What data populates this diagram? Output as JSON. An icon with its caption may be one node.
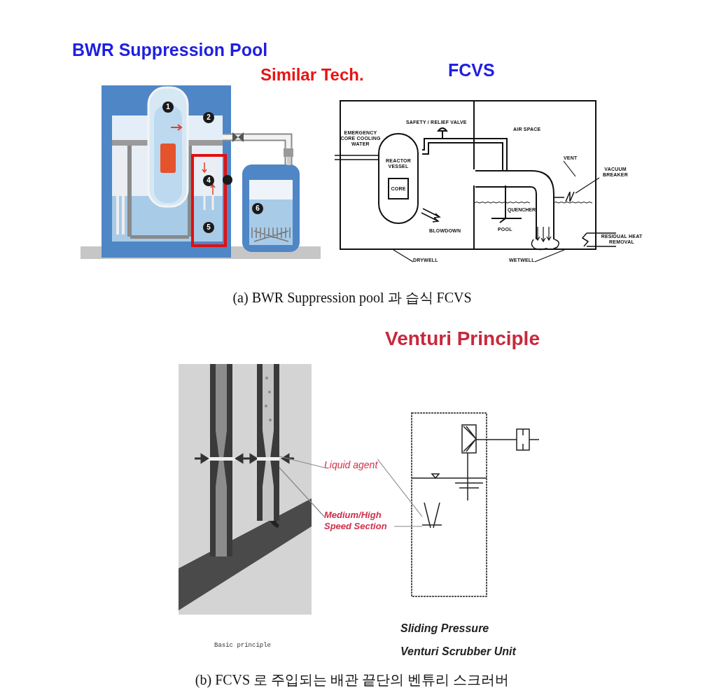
{
  "diagram": {
    "nodes": [
      {
        "text": [],
        "shape": "box"
      },
      {
        "text": [
          "REACTOR VESSEL"
        ],
        "in": 0
      },
      {
        "text": [
          "CORE"
        ],
        "in": 1
      },
      {
        "text": [
          "VENT"
        ],
        "in": 0
      },
      {
        "text": [
          "VACUUM BREAKER"
        ]
      },
      {
        "text": [
          "DRYWELL"
        ]
      },
      {
        "text": [
          "WETWELL"
        ]
      },
      {
        "text": [],
        "shape": "picture"
      },
      {
        "text": [
          "Liquid agent"
        ]
      },
      {
        "text": [
          "Medium/High Speed Section"
        ]
      },
      {
        "text": [],
        "shape": "picture"
      },
      {
        "text": [],
        "shape": "picture",
        "in": 0
      }
    ],
    "edges": [
      {
        "from": 3,
        "to": 11,
        "arrow": "none"
      },
      {
        "from": 4,
        "to": 11,
        "arrow": "none"
      },
      {
        "from": 5,
        "to": 0,
        "arrow": "none"
      },
      {
        "from": 6,
        "to": 0,
        "arrow": "none"
      },
      {
        "from": 8,
        "to": 7,
        "arrow": "none",
        "color": "#888888"
      },
      {
        "from": 8,
        "to": 10,
        "arrow": "none",
        "color": "#888888"
      },
      {
        "from": 9,
        "to": 7,
        "arrow": "none",
        "color": "#888888"
      },
      {
        "from": 9,
        "to": 10,
        "arrow": "none",
        "color": "#888888"
      }
    ],
    "labels": [
      "BWR Suppression Pool",
      "Similar Tech.",
      "FCVS",
      "1",
      "2",
      "4",
      "5",
      "6",
      "SAFETY / RELIEF VALVE",
      "EMERGENCY CORE COOLING WATER",
      "AIR SPACE",
      "BLOWDOWN",
      "QUENCHER",
      "POOL",
      "RESIDUAL HEAT REMOVAL",
      "(a) BWR Suppression pool 과 습식 FCVS",
      "Venturi Principle",
      "Basic principle",
      "Sliding Pressure",
      "Venturi Scrubber Unit",
      "(b) FCVS 로 주입되는 배관 끝단의 벤튜리 스크러버"
    ]
  }
}
